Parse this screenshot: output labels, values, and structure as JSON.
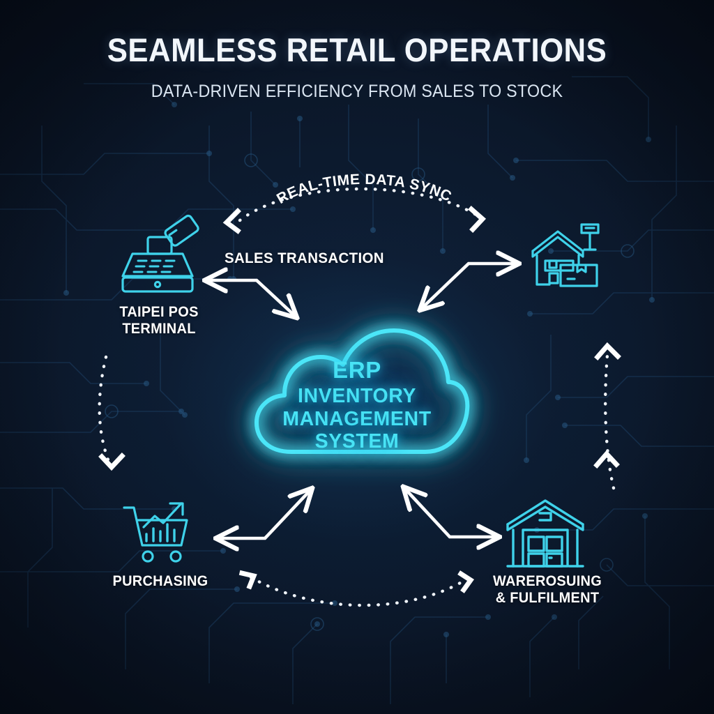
{
  "header": {
    "title": "SEAMLESS RETAIL OPERATIONS",
    "subtitle": "DATA-DRIVEN EFFICIENCY FROM SALES TO STOCK"
  },
  "hub": {
    "name": "erp-cloud",
    "lines": [
      "ERP",
      "INVENTORY",
      "MANAGEMENT",
      "SYSTEM"
    ],
    "line1": "ERP",
    "line2": "INVENTORY",
    "line3": "MANAGEMENT",
    "line4": "SYSTEM",
    "color": "#48e3f5"
  },
  "nodes": [
    {
      "id": "pos",
      "label": "TAIPEI POS\nTERMINAL",
      "icon": "cash-register-icon",
      "position": "top-left"
    },
    {
      "id": "storefront",
      "label": "",
      "icon": "warehouse-box-icon",
      "position": "top-right"
    },
    {
      "id": "purchasing",
      "label": "PURCHASING",
      "icon": "shopping-cart-chart-icon",
      "position": "bottom-left"
    },
    {
      "id": "warehouse",
      "label": "WAREROSUING\n& FULFILMENT",
      "icon": "warehouse-icon",
      "position": "bottom-right"
    }
  ],
  "flows": [
    {
      "id": "sales-transaction",
      "label": "SALES TRANSACTION",
      "style": "solid"
    },
    {
      "id": "real-time-sync",
      "label": "REAL-TIME DATA SYNC",
      "style": "dotted"
    }
  ],
  "curved_label": {
    "text": "REAL-TIME DATA SYNC",
    "chars": [
      "R",
      "E",
      "A",
      "L",
      "-",
      "T",
      "I",
      "M",
      "E",
      " ",
      "D",
      "A",
      "T",
      "A",
      " ",
      "S",
      "Y",
      "N",
      "C"
    ]
  },
  "palette": {
    "background": "#0a1322",
    "accent_cyan": "#48e3f5",
    "icon_cyan": "#3fd2ea",
    "arrow_white": "#ffffff",
    "title_white": "#f2f6fb",
    "circuit_line": "#1b3category"
  }
}
